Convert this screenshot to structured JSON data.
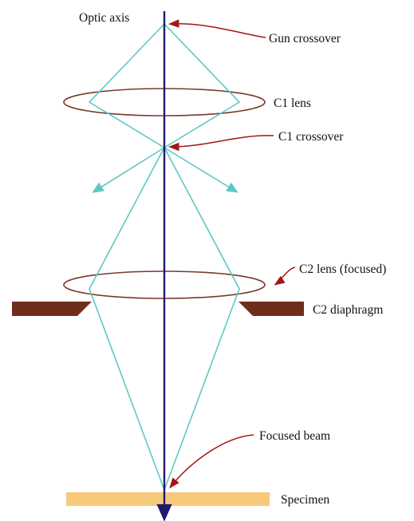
{
  "labels": {
    "optic_axis": "Optic axis",
    "gun_crossover": "Gun crossover",
    "c1_lens": "C1 lens",
    "c1_crossover": "C1 crossover",
    "c2_lens": "C2 lens (focused)",
    "c2_diaphragm": "C2 diaphragm",
    "focused_beam": "Focused beam",
    "specimen": "Specimen"
  },
  "colors": {
    "axis": "#1f1a6e",
    "beam": "#5fc8c4",
    "lens": "#7a3a2a",
    "diaphragm": "#6e2f1a",
    "specimen": "#f7c97a",
    "pointer": "#a01818",
    "text": "#111111"
  }
}
